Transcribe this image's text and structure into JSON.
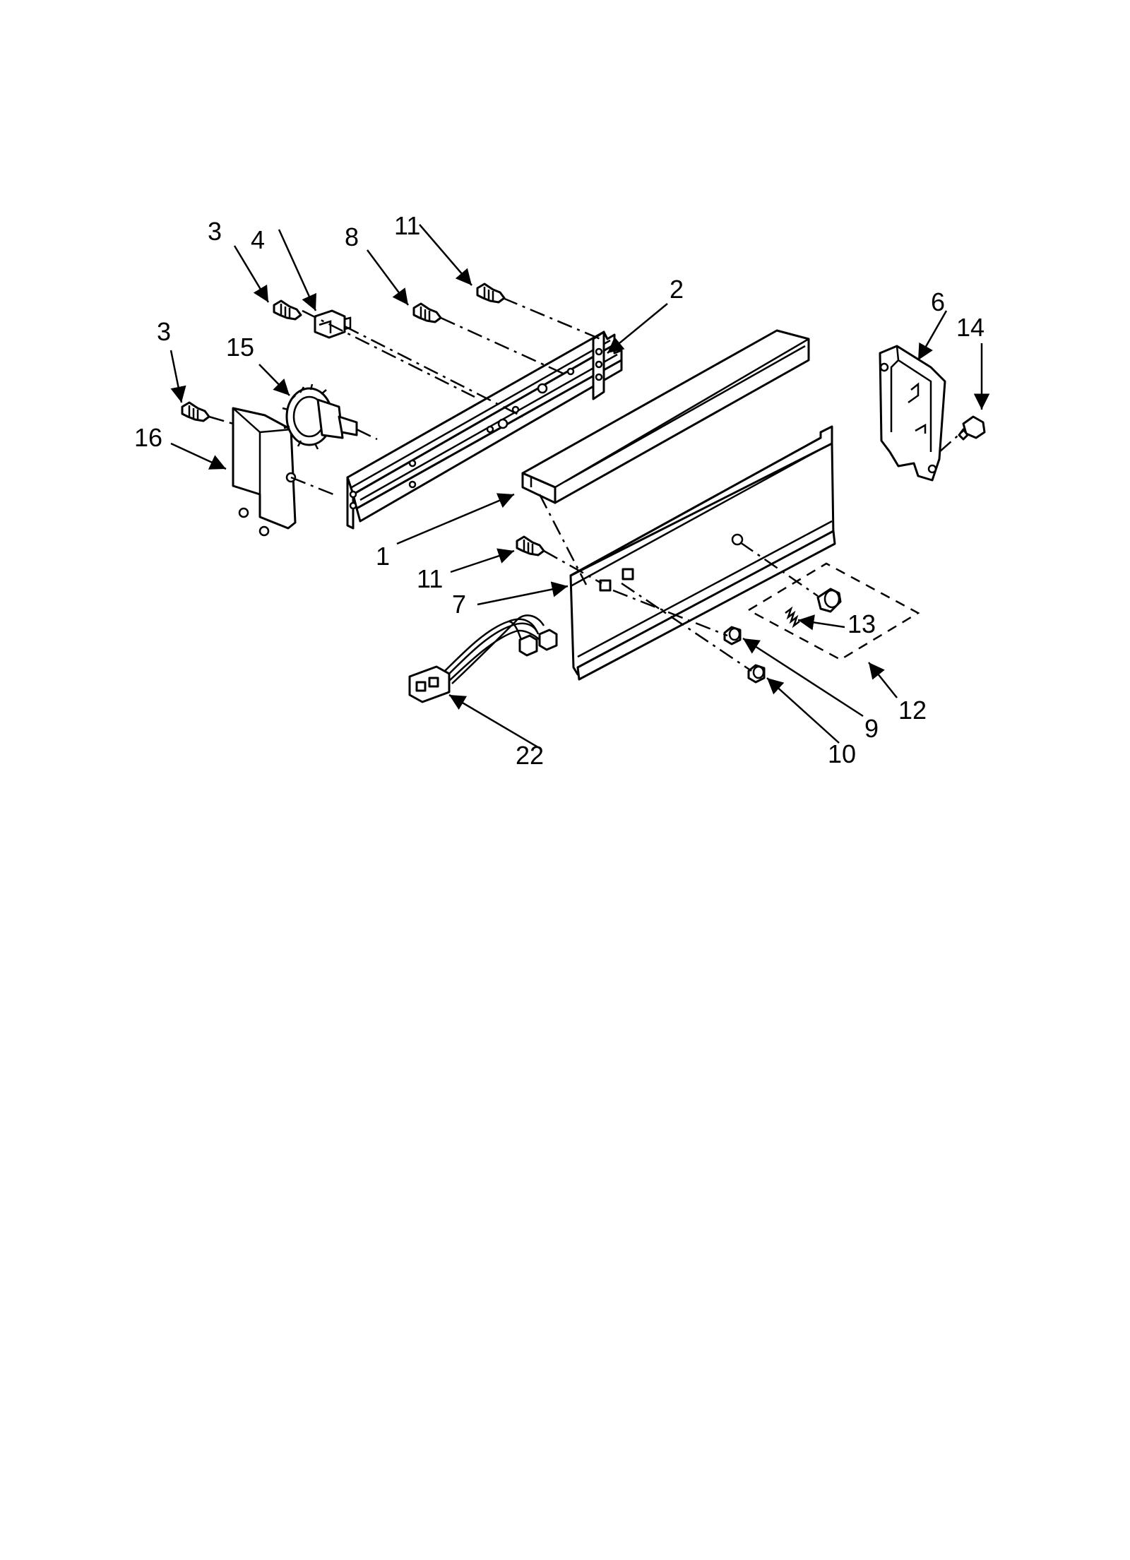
{
  "callouts": {
    "c1": "1",
    "c2": "2",
    "c3a": "3",
    "c3b": "3",
    "c4": "4",
    "c6": "6",
    "c7": "7",
    "c8": "8",
    "c9": "9",
    "c10": "10",
    "c11a": "11",
    "c11b": "11",
    "c12": "12",
    "c13": "13",
    "c14": "14",
    "c15": "15",
    "c16": "16",
    "c22": "22"
  }
}
